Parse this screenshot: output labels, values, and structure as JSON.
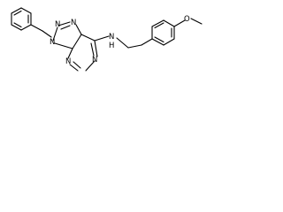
{
  "molecule": {
    "atoms": {
      "N1": "N",
      "N2": "N",
      "N3": "N",
      "N5": "N",
      "N7": "N",
      "NH": "N",
      "H": "H",
      "O": "O"
    }
  }
}
